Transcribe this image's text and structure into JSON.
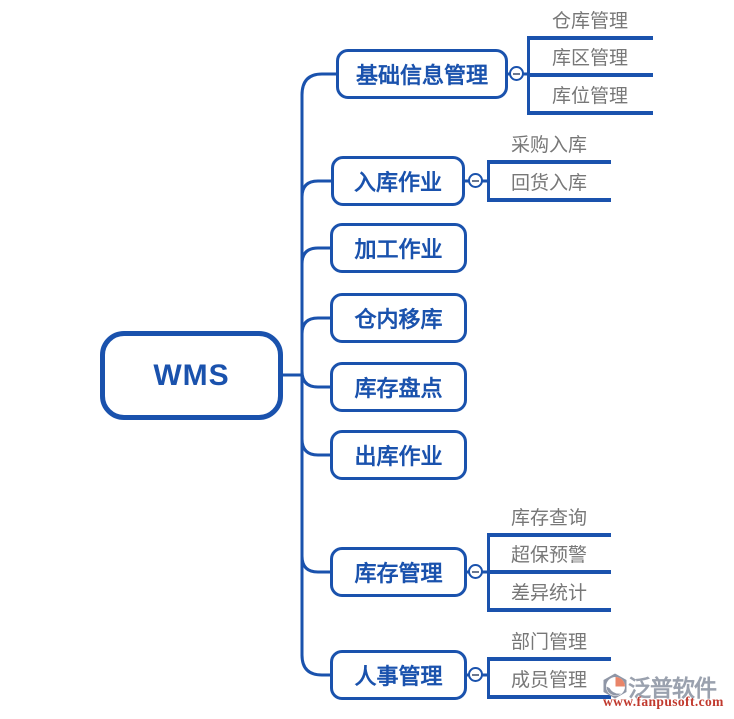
{
  "colors": {
    "accent": "#1a52ad",
    "child_text": "#777777",
    "minus": "#6b7890",
    "watermark_text": "#9aa1ae",
    "watermark_link": "#c13a2e",
    "bg": "#ffffff"
  },
  "tree": {
    "root": {
      "label": "WMS"
    },
    "branches": [
      {
        "label": "基础信息管理",
        "children": [
          {
            "label": "仓库管理"
          },
          {
            "label": "库区管理"
          },
          {
            "label": "库位管理"
          }
        ]
      },
      {
        "label": "入库作业",
        "children": [
          {
            "label": "采购入库"
          },
          {
            "label": "回货入库"
          }
        ]
      },
      {
        "label": "加工作业",
        "children": []
      },
      {
        "label": "仓内移库",
        "children": []
      },
      {
        "label": "库存盘点",
        "children": []
      },
      {
        "label": "出库作业",
        "children": []
      },
      {
        "label": "库存管理",
        "children": [
          {
            "label": "库存查询"
          },
          {
            "label": "超保预警"
          },
          {
            "label": "差异统计"
          }
        ]
      },
      {
        "label": "人事管理",
        "children": [
          {
            "label": "部门管理"
          },
          {
            "label": "成员管理"
          }
        ]
      }
    ]
  },
  "icons": {
    "collapse": "minus-icon",
    "watermark_logo": "fanpu-logo-icon"
  },
  "watermark": {
    "brand": "泛普软件",
    "url": "www.fanpusoft.com"
  }
}
